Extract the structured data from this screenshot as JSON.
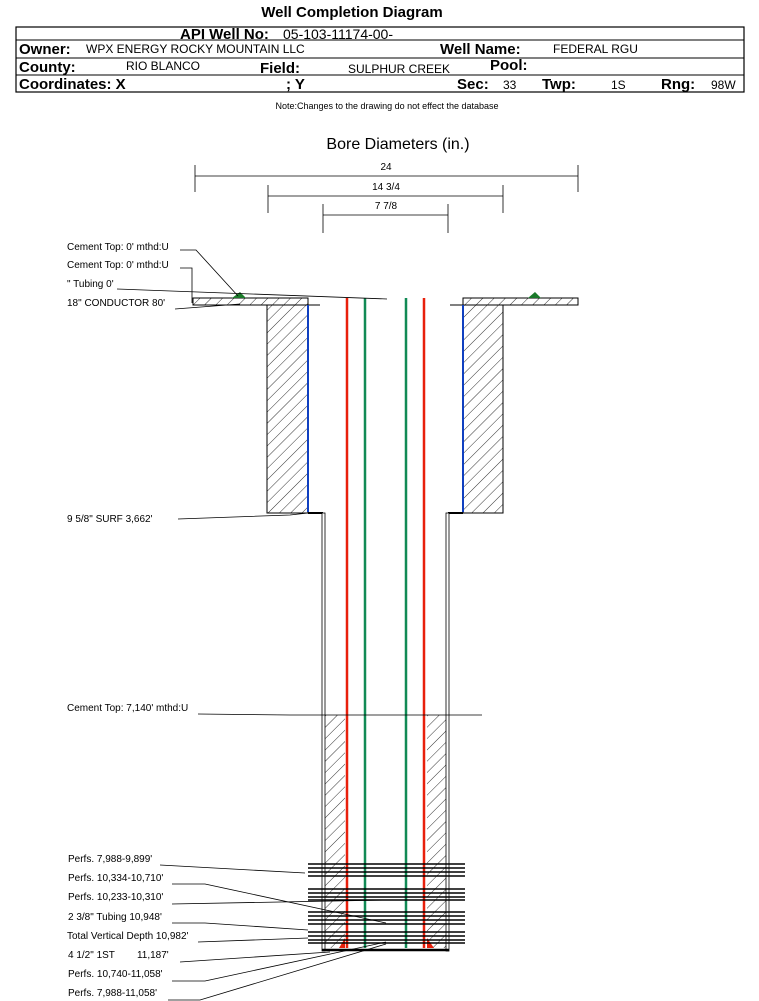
{
  "title": "Well Completion Diagram",
  "header": {
    "api_label": "API Well No:",
    "api_value": "05-103-11174-00-",
    "owner_label": "Owner:",
    "owner_value": "WPX ENERGY ROCKY MOUNTAIN LLC",
    "well_name_label": "Well Name:",
    "well_name_value": "FEDERAL RGU",
    "county_label": "County:",
    "county_value": "RIO BLANCO",
    "field_label": "Field:",
    "field_value": "SULPHUR CREEK",
    "pool_label": "Pool:",
    "coords_label": "Coordinates: X",
    "y_label": "; Y",
    "sec_label": "Sec:",
    "sec_value": "33",
    "twp_label": "Twp:",
    "twp_value": "1S",
    "rng_label": "Rng:",
    "rng_value": "98W"
  },
  "note": "Note:Changes to the drawing do not effect the database",
  "bore": {
    "title": "Bore Diameters (in.)",
    "dims": [
      "24",
      "14 3/4",
      "7 7/8"
    ]
  },
  "labels": {
    "cement_top_1": "Cement Top: 0' mthd:U",
    "cement_top_2": "Cement Top: 0' mthd:U",
    "tubing_top": "\" Tubing 0'",
    "conductor": "18\" CONDUCTOR  80'",
    "surface": "9 5/8\" SURF       3,662'",
    "cement_top_3": "Cement Top: 7,140' mthd:U",
    "perf_1": "Perfs. 7,988-9,899'",
    "perf_2": "Perfs. 10,334-10,710'",
    "perf_3": "Perfs. 10,233-10,310'",
    "tubing": "2 3/8\" Tubing 10,948'",
    "tvd": "Total Vertical Depth 10,982'",
    "production": "4 1/2\" 1ST        11,187'",
    "perf_4": "Perfs. 10,740-11,058'",
    "perf_5": "Perfs. 7,988-11,058'"
  },
  "colors": {
    "tubing_red": "#e8200c",
    "tubing_green": "#118a55",
    "casing_blue": "#1040c0",
    "cement_green": "#1a7a2a"
  }
}
